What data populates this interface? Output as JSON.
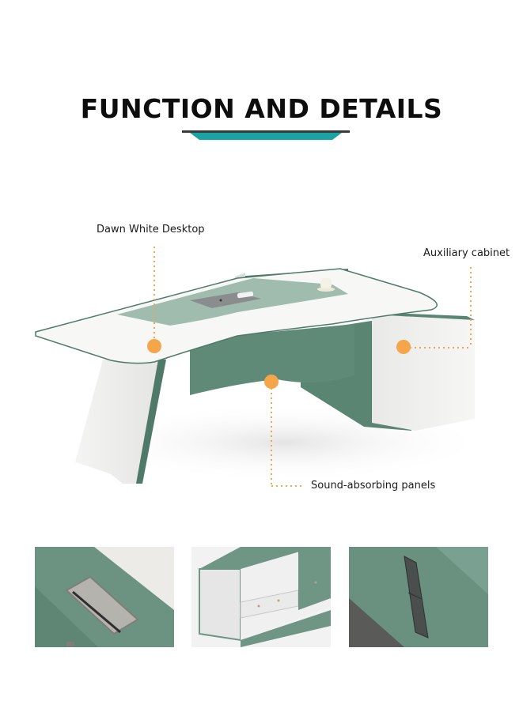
{
  "header": {
    "title": "FUNCTION AND DETAILS",
    "underline_color": "#1aa3a3",
    "underline_bar_color": "#3a3a3a"
  },
  "colors": {
    "accent_dot": "#f5a54a",
    "desk_green": "#5f8a78",
    "mat_green": "#9fbcae",
    "desk_white": "#f7f7f6"
  },
  "callouts": [
    {
      "label": "Dawn White Desktop",
      "target": "desktop"
    },
    {
      "label": "Auxiliary cabinet",
      "target": "cabinet"
    },
    {
      "label": "Sound-absorbing panels",
      "target": "modesty-panel"
    }
  ],
  "detail_images": [
    {
      "subject": "cable-grommet"
    },
    {
      "subject": "cabinet-with-drawers"
    },
    {
      "subject": "power-socket-panel"
    }
  ]
}
